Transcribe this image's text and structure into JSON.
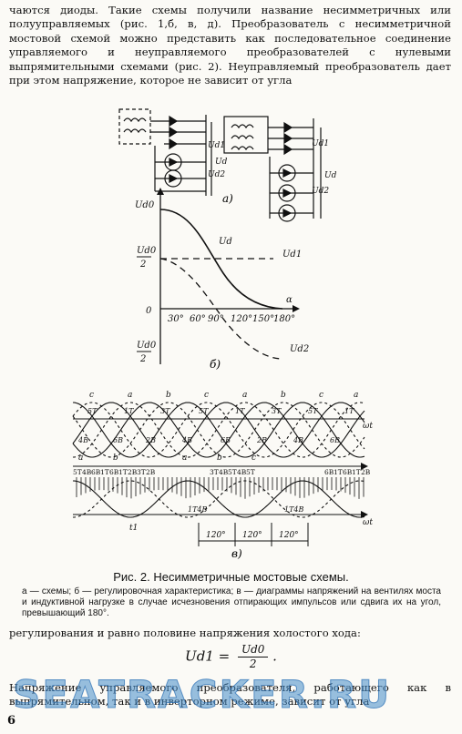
{
  "page": {
    "top_text": "чаются диоды. Такие схемы получили название несимметричных или полууправляемых (рис. 1,б, в, д). Преобразователь с несимметричной мостовой схемой можно представить как последовательное соединение управляемого и неуправляемого преобразователей с нулевыми выпрямительными схемами (рис. 2). Неуправляемый преобразователь дает при этом напряжение, которое не зависит от угла",
    "figure": {
      "label_a": "а)",
      "label_b": "б)",
      "label_v": "в)",
      "schematic_labels": [
        "Ud1",
        "Ud",
        "Ud2",
        "Ud1",
        "Ud",
        "Ud2"
      ],
      "graph_b": {
        "y_labels": [
          "Ud0",
          "Ud0",
          "2",
          "0",
          "Ud0",
          "2"
        ],
        "curve_labels": [
          "Ud",
          "Ud1",
          "Ud2"
        ],
        "x_axis_label": "α",
        "x_ticks": [
          "30°",
          "60°",
          "90°",
          "120°",
          "150°",
          "180°"
        ]
      },
      "graph_v": {
        "phase_labels": [
          "c",
          "a",
          "b",
          "c",
          "a",
          "b",
          "c",
          "a"
        ],
        "thyristor_labels": [
          "5T",
          "1T",
          "3T",
          "5T",
          "1T",
          "3T",
          "5T",
          "1T",
          "4B",
          "6B",
          "2B",
          "4B",
          "6B",
          "2B",
          "4B",
          "6B"
        ],
        "row_labels": [
          "5T",
          "4B",
          "6B",
          "1T",
          "6B",
          "1T",
          "2B",
          "3T",
          "2B",
          "3T",
          "4B",
          "5T",
          "4B",
          "5T",
          "6B",
          "1T",
          "6B",
          "1T",
          "2B"
        ],
        "axis_label": "ωt",
        "lower_labels": [
          "1T4B",
          "1T4B"
        ],
        "t_label": "t1",
        "intervals": [
          "120°",
          "120°",
          "120°"
        ]
      }
    },
    "caption": {
      "title": "Рис. 2. Несимметричные мостовые схемы.",
      "text": "а — схемы; б — регулировочная характеристика; в — диаграммы напряжений на вентилях моста и индуктивной нагрузке в случае исчезновения отпирающих импульсов или сдвига их на угол, превышающий 180°."
    },
    "formula_intro": "регулирования и равно половине напряжения холостого хода:",
    "formula": {
      "lhs": "Ud1 =",
      "numerator": "Ud0",
      "denominator": "2",
      "trailing": "."
    },
    "bottom_text": "Напряжение управляемого преобразователя, работающего как в выпрямительном, так и в инверторном режиме, зависит от угла",
    "watermark": "SEATRACKER.RU",
    "page_number": "6"
  }
}
